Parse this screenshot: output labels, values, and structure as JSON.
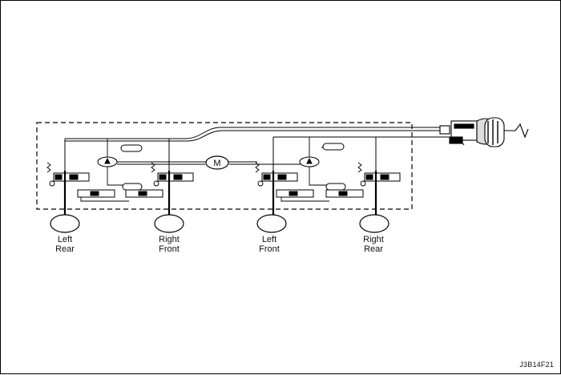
{
  "diagram": {
    "motor_label": "M",
    "wheels": [
      {
        "line1": "Left",
        "line2": "Rear"
      },
      {
        "line1": "Right",
        "line2": "Front"
      },
      {
        "line1": "Left",
        "line2": "Front"
      },
      {
        "line1": "Right",
        "line2": "Rear"
      }
    ],
    "figure_code": "J3B14F21"
  }
}
